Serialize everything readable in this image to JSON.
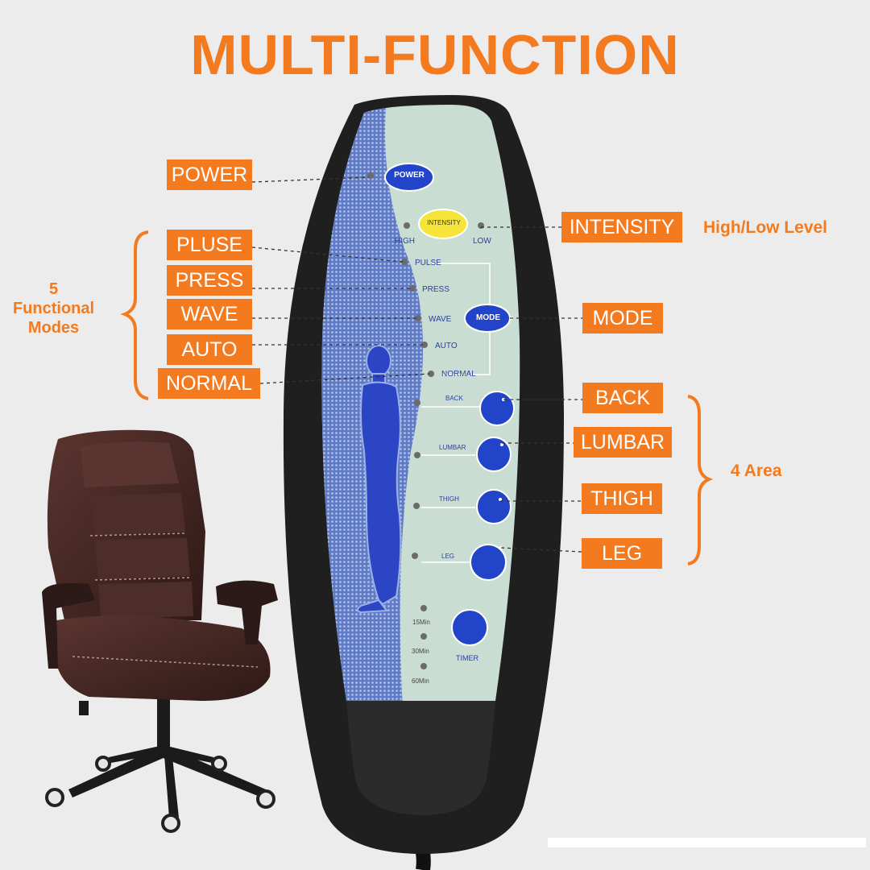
{
  "title": "MULTI-FUNCTION",
  "tags": {
    "power": "POWER",
    "pluse": "PLUSE",
    "press": "PRESS",
    "wave": "WAVE",
    "auto": "AUTO",
    "normal": "NORMAL",
    "intensity": "INTENSITY",
    "mode": "MODE",
    "back": "BACK",
    "lumbar": "LUMBAR",
    "thigh": "THIGH",
    "leg": "LEG"
  },
  "notes": {
    "high_low": "High/Low Level",
    "modes_count": "5",
    "modes_line1": "Functional",
    "modes_line2": "Modes",
    "area": "4 Area"
  },
  "remote": {
    "power_btn": "POWER",
    "intensity_btn": "INTENSITY",
    "high": "HIGH",
    "low": "LOW",
    "pulse": "PULSE",
    "press": "PRESS",
    "wave": "WAVE",
    "auto": "AUTO",
    "normal": "NORMAL",
    "mode_btn": "MODE",
    "back": "BACK",
    "lumbar": "LUMBAR",
    "thigh": "THIGH",
    "leg": "LEG",
    "t15": "15Min",
    "t30": "30Min",
    "t60": "60Min",
    "timer": "TIMER"
  },
  "colors": {
    "accent": "#f47a1f",
    "button_blue": "#1c3ec0",
    "intensity_yellow": "#f7e43a",
    "panel_green": "#c9ddd3",
    "remote_shell": "#1e1e1e",
    "chair_leather": "#4a2a26"
  }
}
